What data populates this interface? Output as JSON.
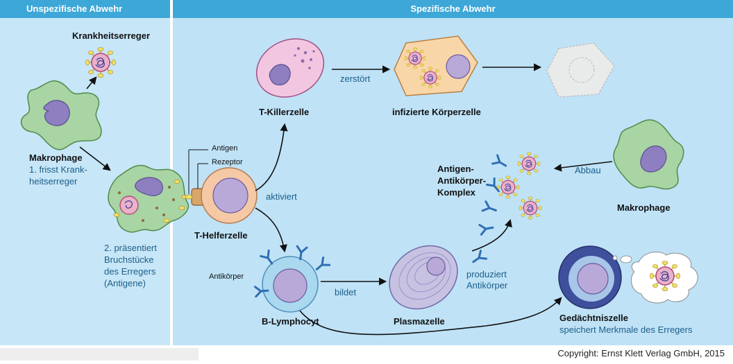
{
  "header": {
    "left_title": "Unspezifische Abwehr",
    "right_title": "Spezifische Abwehr"
  },
  "left": {
    "pathogen_label": "Krankheitserreger",
    "macrophage_label": "Makrophage",
    "step1_line1": "1. frisst Krank-",
    "step1_line2": "heitserreger",
    "step2_line1": "2. präsentiert",
    "step2_line2": "Bruchstücke",
    "step2_line3": "des Erregers",
    "step2_line4": "(Antigene)"
  },
  "right": {
    "antigen_label": "Antigen",
    "receptor_label": "Rezeptor",
    "t_helper_label": "T-Helferzelle",
    "t_killer_label": "T-Killerzelle",
    "destroys_label": "zerstört",
    "infected_cell_label": "infizierte Körperzelle",
    "activates_label": "aktiviert",
    "antibody_label": "Antikörper",
    "b_lymph_label": "B-Lymphocyt",
    "forms_label": "bildet",
    "plasma_label": "Plasmazelle",
    "produces_line1": "produziert",
    "produces_line2": "Antikörper",
    "complex_line1": "Antigen-",
    "complex_line2": "Antikörper-",
    "complex_line3": "Komplex",
    "breakdown_label": "Abbau",
    "macrophage2_label": "Makrophage",
    "memory_label": "Gedächtniszelle",
    "memory_desc": "speichert Merkmale des Erregers"
  },
  "footer": {
    "copyright": "Copyright: Ernst Klett Verlag GmbH, 2015"
  },
  "colors": {
    "header_bg": "#3da7d8",
    "left_panel": "#c7e6f7",
    "right_panel": "#bfe2f6",
    "macrophage": "#a9d4a3",
    "nucleus": "#8e7fc0",
    "pathogen": "#e9b2c9",
    "antibody": "#2f6fb3",
    "arrow": "#111111"
  }
}
